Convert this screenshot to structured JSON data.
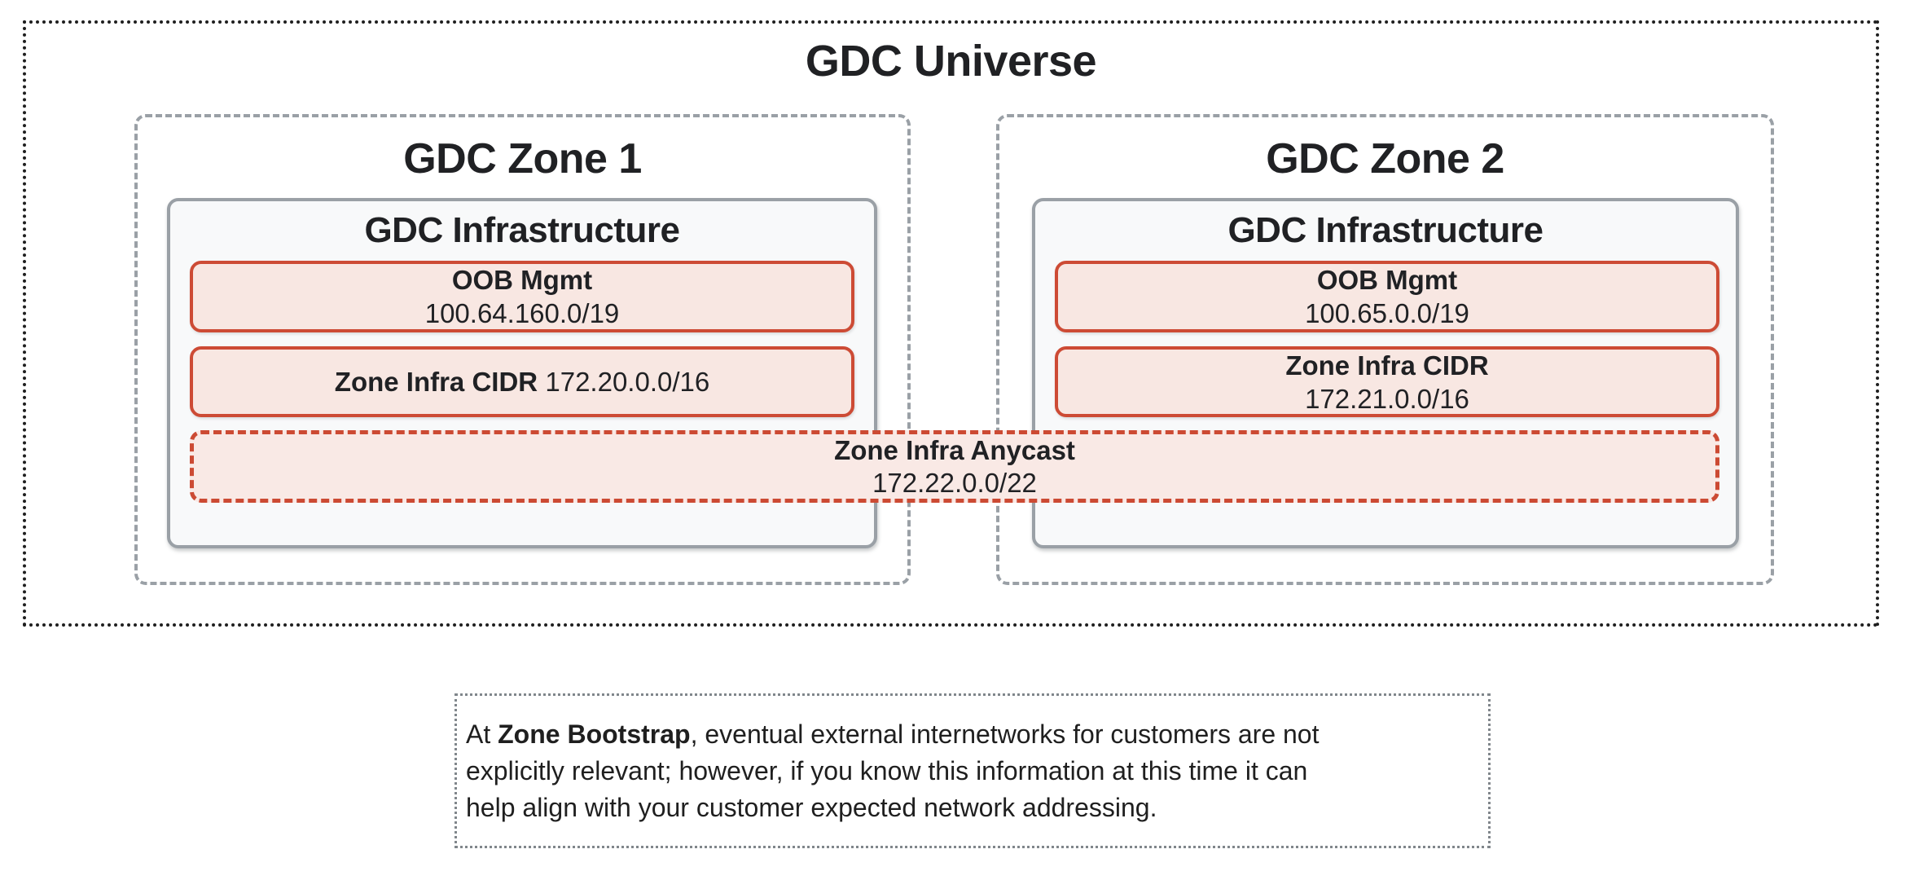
{
  "diagram": {
    "universe_title": "GDC Universe",
    "zone1": {
      "title": "GDC Zone 1",
      "infra_title": "GDC Infrastructure",
      "oob_label": "OOB Mgmt",
      "oob_cidr": "100.64.160.0/19",
      "infra_cidr_label": "Zone Infra CIDR",
      "infra_cidr_value": "172.20.0.0/16"
    },
    "zone2": {
      "title": "GDC Zone 2",
      "infra_title": "GDC Infrastructure",
      "oob_label": "OOB Mgmt",
      "oob_cidr": "100.65.0.0/19",
      "infra_cidr_label": "Zone Infra CIDR",
      "infra_cidr_value": "172.21.0.0/16"
    },
    "anycast": {
      "label": "Zone Infra Anycast",
      "cidr": "172.22.0.0/22"
    },
    "note": {
      "line1_pre": "At ",
      "line1_bold": "Zone Bootstrap",
      "line1_post": ", eventual external internetworks for customers are not",
      "line2": "explicitly relevant; however, if you know this information at this time it can",
      "line3": "help align with your customer expected network addressing."
    },
    "colors": {
      "red_border": "#CD4B35",
      "red_fill": "#F8E7E2",
      "gray_border": "#9AA0A6",
      "infra_fill": "#F8F9FA",
      "universe_dot_border": "#1F1F1F",
      "note_dot_border": "#80868B",
      "text": "#202124"
    }
  }
}
